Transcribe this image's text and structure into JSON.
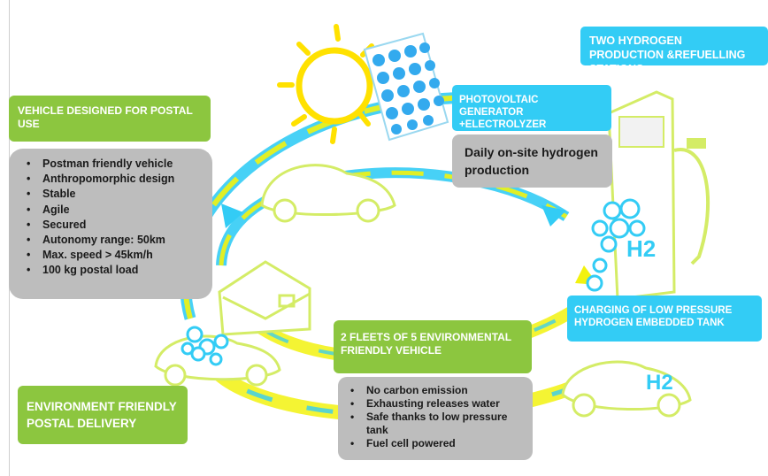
{
  "labels": {
    "two_stations": "TWO HYDROGEN PRODUCTION &REFUELLING STATIONS",
    "pv_generator": "PHOTOVOLTAIC GENERATOR +ELECTROLYZER",
    "daily_production": "Daily on-site hydrogen production",
    "vehicle_designed": "VEHICLE DESIGNED FOR POSTAL USE",
    "charging": "CHARGING OF LOW PRESSURE HYDROGEN EMBEDDED TANK",
    "fleets": "2 FLEETS OF 5 ENVIRONMENTAL FRIENDLY VEHICLE",
    "env_delivery": "ENVIRONMENT FRIENDLY POSTAL DELIVERY",
    "h2_pump": "H2",
    "h2_car": "H2"
  },
  "vehicle_features": [
    "Postman friendly vehicle",
    "Anthropomorphic design",
    "Stable",
    "Agile",
    "Secured",
    "Autonomy range: 50km",
    "Max. speed > 45km/h",
    "100 kg postal load"
  ],
  "fleet_features": [
    "No carbon emission",
    "Exhausting releases water",
    "Safe thanks to low pressure tank",
    "Fuel cell powered"
  ],
  "colors": {
    "green": "#8cc63f",
    "blue": "#33ccf5",
    "gray": "#bdbdbd",
    "yellow": "#f2f20f",
    "line_green": "#d4ec66",
    "sun": "#ffe100",
    "panel_dot": "#33aaee"
  },
  "icons": [
    "sun-icon",
    "solar-panel-icon",
    "hydrogen-pump-icon",
    "car-icon",
    "letter-icon",
    "bubbles-icon"
  ]
}
